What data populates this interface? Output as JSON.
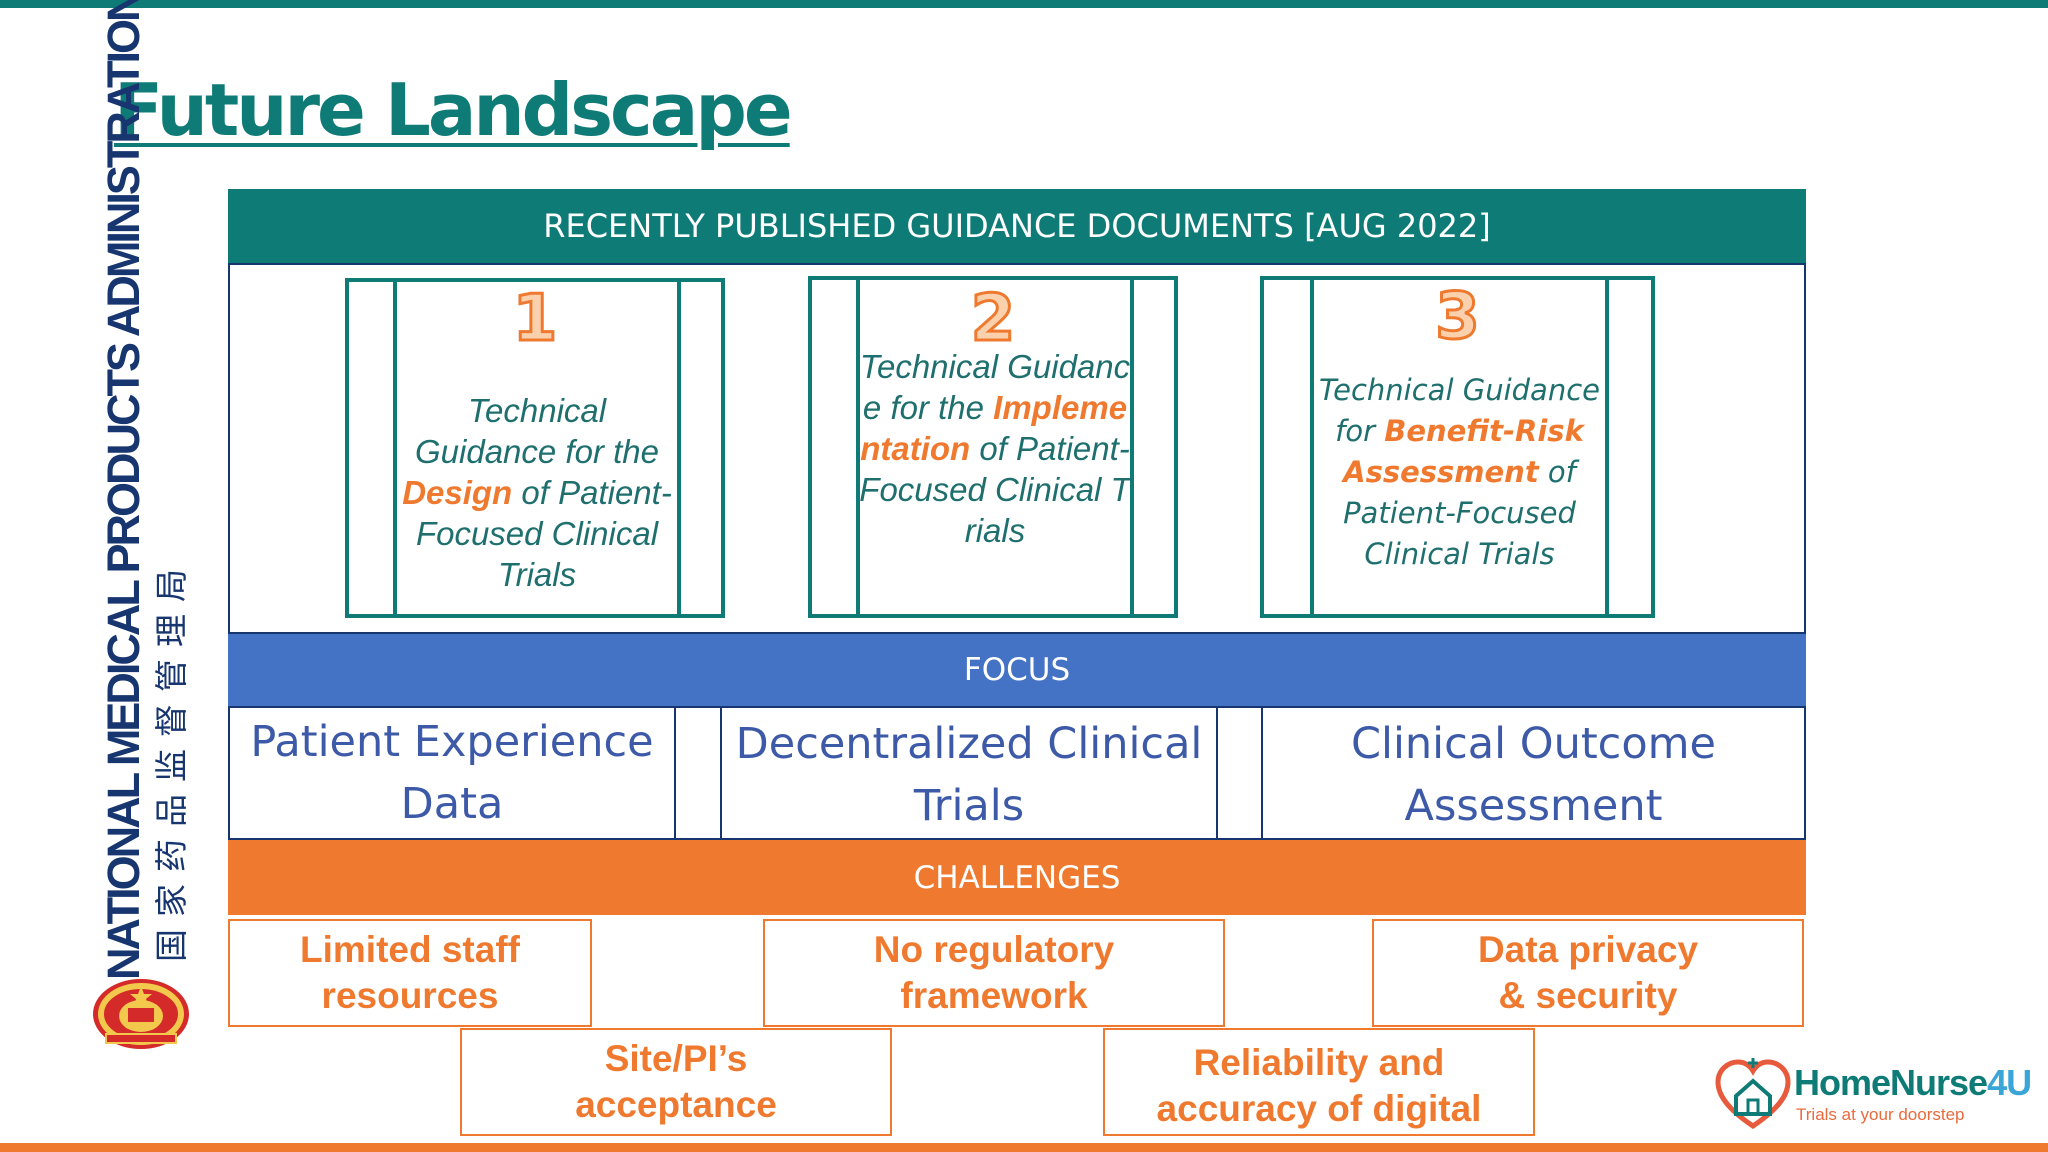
{
  "slide": {
    "title": "Future Landscape",
    "side_label": "NATIONAL MEDICAL PRODUCTS ADMINISTRATION",
    "side_label_cn": "国家药品监督管理局",
    "emblem_icon": "national-emblem-icon"
  },
  "guidance": {
    "header": "RECENTLY PUBLISHED GUIDANCE DOCUMENTS [AUG 2022]",
    "docs": [
      {
        "number": "1",
        "pre": "Technical Guidance for the ",
        "highlight": "Design",
        "post": " of Patient-Focused Clinical Trials"
      },
      {
        "number": "2",
        "pre": "Technical Guidance for the ",
        "highlight": "Implementation",
        "post": " of Patient-Focused Clinical Trials"
      },
      {
        "number": "3",
        "pre": "Technical Guidance for ",
        "highlight": "Benefit-Risk Assessment",
        "post": " of Patient-Focused Clinical Trials"
      }
    ]
  },
  "focus": {
    "header": "FOCUS",
    "items": [
      "Patient Experience Data",
      "Decentralized Clinical Trials",
      "Clinical Outcome Assessment"
    ]
  },
  "challenges": {
    "header": "CHALLENGES",
    "items": [
      "Limited staff resources",
      "No regulatory framework",
      "Data privacy & security",
      "Site/PI’s acceptance",
      "Reliability and accuracy of digital data"
    ]
  },
  "logo": {
    "name_part1": "HomeNurse",
    "name_part2": "4U",
    "tagline": "Trials at your doorstep"
  },
  "colors": {
    "teal": "#0f7b77",
    "blue": "#4472c4",
    "orange": "#ef7a2f",
    "navy": "#17356e"
  }
}
